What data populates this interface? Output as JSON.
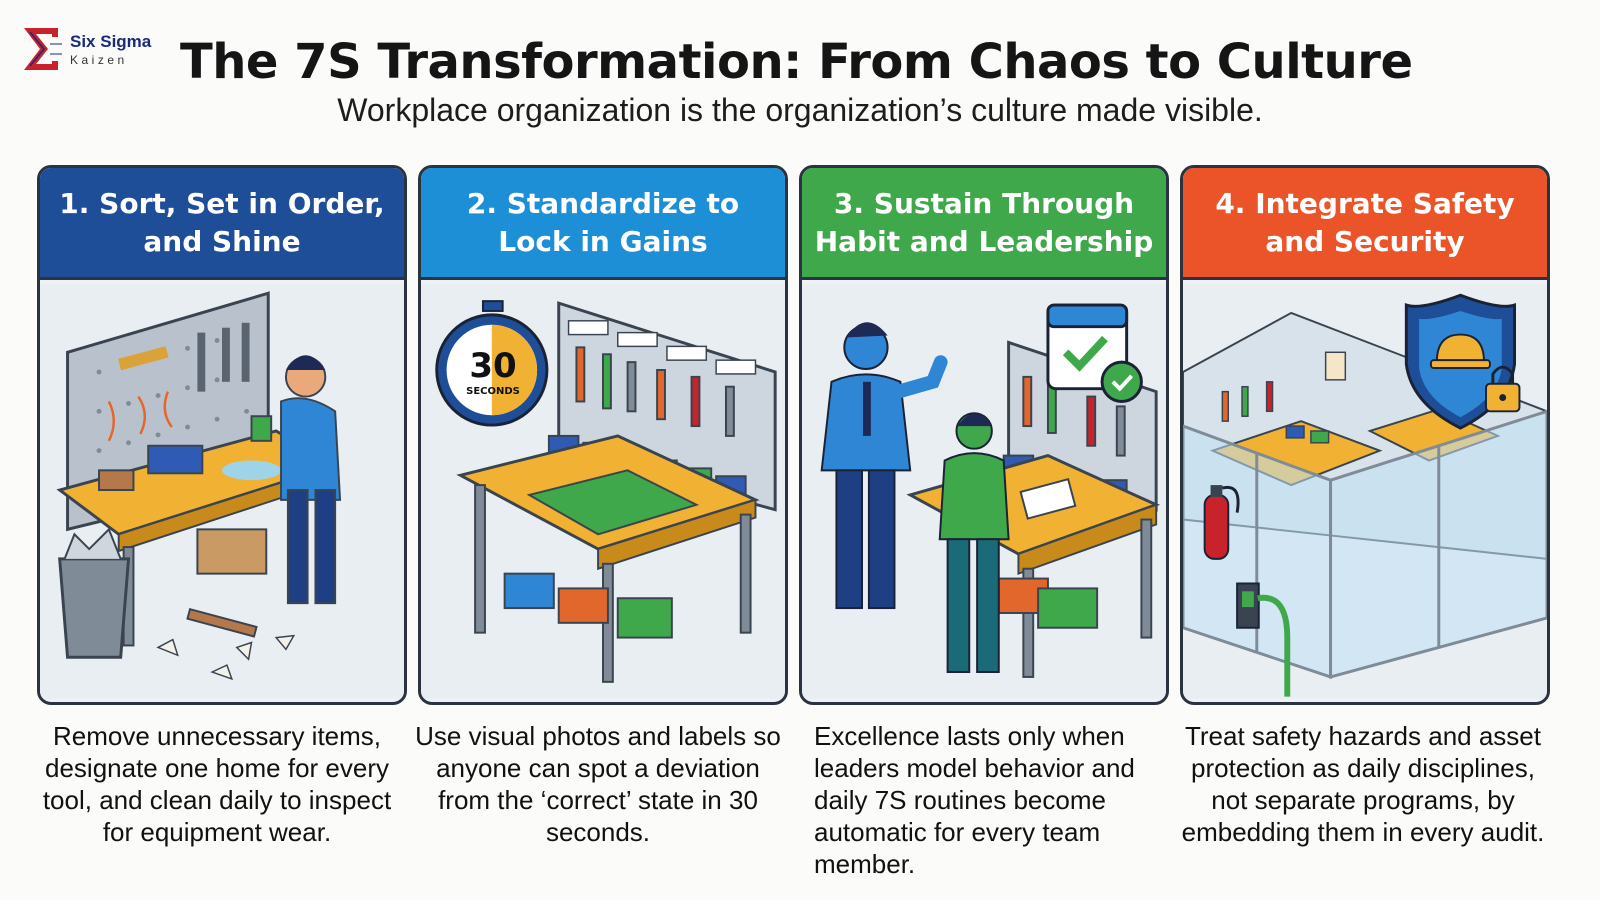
{
  "header": {
    "logo_main": "Six Sigma",
    "logo_sub": "Kaizen",
    "title": "The 7S Transformation: From Chaos to Culture",
    "subtitle": "Workplace organization is the organization’s culture made visible."
  },
  "colors": {
    "panel1": "#1f4e98",
    "panel2": "#1d8fd6",
    "panel3": "#3fa84b",
    "panel4": "#ea5428",
    "logo": "#c8232c"
  },
  "panels": [
    {
      "heading": "1. Sort, Set in Order, and Shine",
      "heading_line1": "1. Sort, Set in Order,",
      "heading_line2": "and Shine",
      "description": "Remove unnecessary items, designate one home for every tool, and clean daily to inspect for equipment wear.",
      "icon": "messy-workbench-illustration"
    },
    {
      "heading": "2. Standardize to Lock in Gains",
      "heading_line1": "2. Standardize to",
      "heading_line2": "Lock in Gains",
      "description": "Use visual photos and labels so anyone can spot a deviation from the ‘correct’ state in 30 seconds.",
      "icon": "organized-workbench-stopwatch-illustration",
      "stopwatch_value": "30",
      "stopwatch_unit": "SECONDS"
    },
    {
      "heading": "3. Sustain Through Habit and Leadership",
      "heading_line1": "3. Sustain Through",
      "heading_line2": "Habit and Leadership",
      "description": "Excellence lasts only when leaders model behavior and daily 7S routines become automatic for every team member.",
      "icon": "leader-coaching-illustration"
    },
    {
      "heading": "4. Integrate Safety and Security",
      "heading_line1": "4. Integrate Safety",
      "heading_line2": "and Security",
      "description": "Treat safety hazards and asset protection as daily disciplines, not separate programs, by embedding them in every audit.",
      "icon": "safety-shield-illustration"
    }
  ]
}
